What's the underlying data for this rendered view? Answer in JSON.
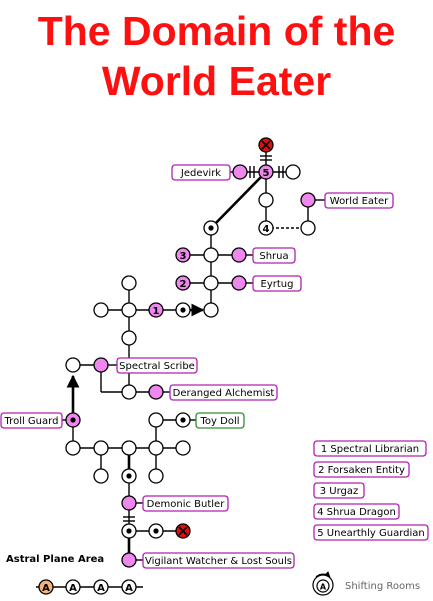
{
  "title": {
    "line1": "The Domain of the",
    "line2": "World Eater"
  },
  "colors": {
    "title": "#ff1010",
    "boss": "#ee88ee",
    "boss_border": "#b020b0",
    "friendly": "#2f8f2f",
    "blocked": "#dd1111",
    "start_room": "#f5b27a"
  },
  "labels": {
    "jedevirk": "Jedevirk",
    "world_eater": "World Eater",
    "shrua": "Shrua",
    "eyrtug": "Eyrtug",
    "spectral_scribe": "Spectral Scribe",
    "deranged_alchemist": "Deranged Alchemist",
    "troll_guard": "Troll Guard",
    "toy_doll": "Toy Doll",
    "demonic_butler": "Demonic Butler",
    "vigilant_watcher": "Vigilant Watcher & Lost Souls"
  },
  "numbers": {
    "n1": "1",
    "n2": "2",
    "n3": "3",
    "n4": "4",
    "n5": "5",
    "astral_a": "A"
  },
  "legend": {
    "items": [
      "1 Spectral Librarian",
      "2 Forsaken Entity",
      "3 Urgaz",
      "4 Shrua Dragon",
      "5 Unearthly Guardian"
    ],
    "astral_plane": "Astral Plane Area",
    "shifting_rooms": "Shifting Rooms",
    "shifting_symbol": "A"
  }
}
